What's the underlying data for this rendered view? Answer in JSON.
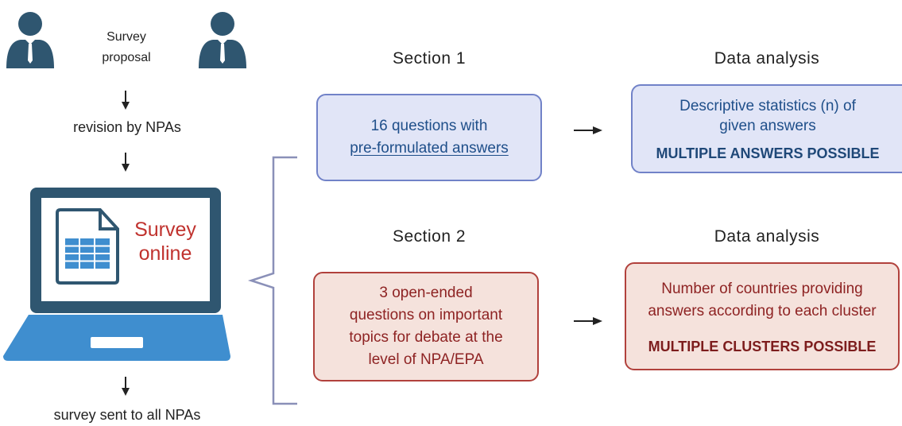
{
  "left_flow": {
    "proposal_label": [
      "Survey",
      "proposal"
    ],
    "revision_label": "revision by NPAs",
    "laptop_label": [
      "Survey",
      "online"
    ],
    "sent_label": "survey sent to all NPAs"
  },
  "section1": {
    "heading": "Section 1",
    "box_lines": [
      "16 questions with",
      "pre-formulated answers"
    ]
  },
  "section2": {
    "heading": "Section 2",
    "box_lines": [
      "3 open-ended",
      "questions on important",
      "topics for debate at the",
      "level of NPA/EPA"
    ]
  },
  "analysis1": {
    "heading": "Data analysis",
    "box_lines": [
      "Descriptive statistics (n) of",
      "given answers"
    ],
    "caps": "MULTIPLE ANSWERS POSSIBLE"
  },
  "analysis2": {
    "heading": "Data analysis",
    "box_lines": [
      "Number of countries providing",
      "answers according to each cluster"
    ],
    "caps": "MULTIPLE CLUSTERS POSSIBLE"
  },
  "colors": {
    "person": "#2f5670",
    "laptop_frame": "#2f5670",
    "laptop_base": "#3f8ecf",
    "blue_box_fill": "#e1e5f7",
    "blue_box_border": "#7182c8",
    "red_box_fill": "#f5e2dc",
    "red_box_border": "#b1413c",
    "survey_text": "#c0322e"
  },
  "icons": [
    "person-icon",
    "arrow-down-icon",
    "laptop-icon",
    "document-icon",
    "arrow-right-icon",
    "bracket-icon"
  ]
}
